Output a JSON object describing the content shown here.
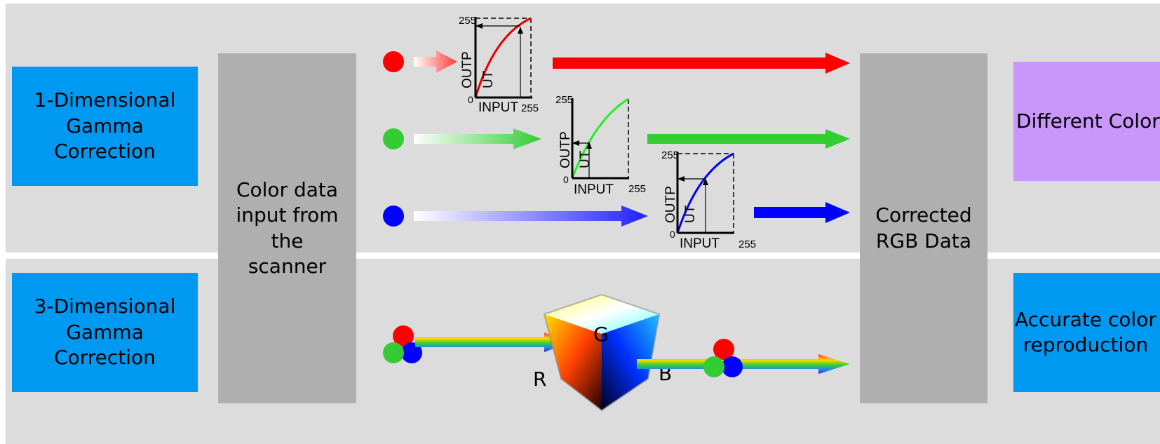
{
  "left_labels": {
    "one_d": "1-Dimensional\nGamma\nCorrection",
    "three_d": "3-Dimensional\nGamma\nCorrection"
  },
  "input_box": "Color data\ninput from\nthe\nscanner",
  "output_box": "Corrected\nRGB Data",
  "right_labels": {
    "different": "Different Color",
    "accurate": "Accurate color\nreproduction"
  },
  "graphs": {
    "axis_max": "255",
    "axis_min": "0",
    "x_label": "INPUT",
    "y_label_part1": "OUTP",
    "y_label_part2": "UT"
  },
  "cube_axes": {
    "r": "R",
    "g": "G",
    "b": "B"
  },
  "colors": {
    "band": "#dcdcdc",
    "blue_box": "#0099f2",
    "grey_box": "#afafaf",
    "purple_box": "#c996fb",
    "red": "#ff0000",
    "green": "#33cc33",
    "blue": "#0000ff"
  }
}
